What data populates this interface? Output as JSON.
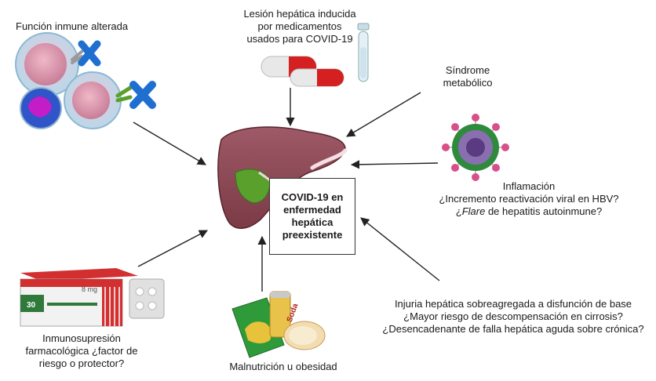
{
  "center": {
    "lines": [
      "COVID-19 en",
      "enfermedad",
      "hepática",
      "preexistente"
    ]
  },
  "labels": {
    "immune": "Función inmune alterada",
    "drug_injury": [
      "Lesión hepática inducida",
      "por medicamentos",
      "usados para COVID-19"
    ],
    "metabolic": [
      "Síndrome",
      "metabólico"
    ],
    "inflammation_title": "Inflamación",
    "inflammation_q1": "¿Incremento reactivación viral en HBV?",
    "inflammation_q2_italic": "Flare",
    "inflammation_q2_rest": " de hepatitis autoinmune?",
    "inflammation_q2_prefix": "¿",
    "injury": [
      "Injuria hepática sobreagregada a disfunción de base",
      "¿Mayor riesgo de descompensación en cirrosis?",
      "¿Desencadenante de falla hepática aguda sobre crónica?"
    ],
    "immunosuppression": [
      "Inmunosupresión",
      "farmacológica ¿factor de",
      "riesgo o protector?"
    ],
    "malnutrition": "Malnutrición u obesidad"
  },
  "pill_box": {
    "dose": "8 mg",
    "count": "30"
  },
  "soda_can": {
    "text": "Soda"
  },
  "colors": {
    "liver": "#8b4a55",
    "gallbladder": "#5aa02c",
    "pill_red": "#d42020",
    "cross": "#1f6fd1",
    "arrow": "#222222"
  }
}
